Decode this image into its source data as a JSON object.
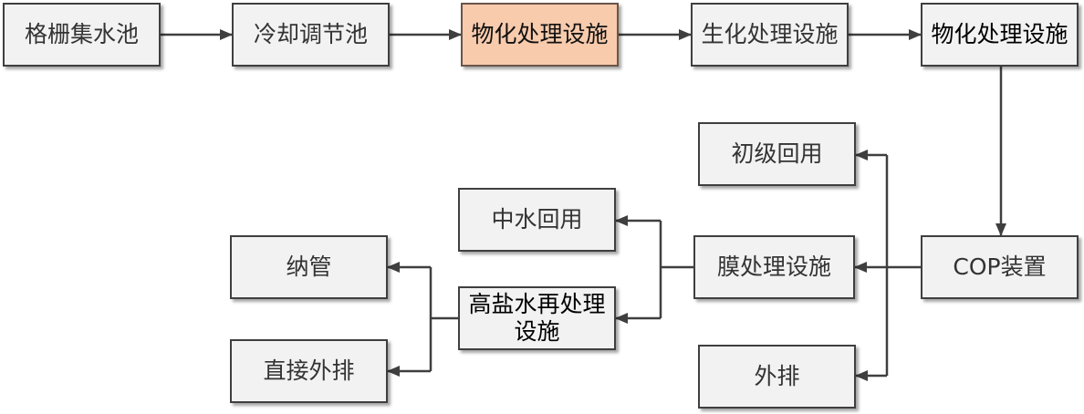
{
  "diagram": {
    "nodes": {
      "grille_tank": "格栅集水池",
      "cooling_tank": "冷却调节池",
      "physchem_1": "物化处理设施",
      "biochem": "生化处理设施",
      "physchem_2": "物化处理设施",
      "cop": "COP装置",
      "membrane": "膜处理设施",
      "primary_reuse": "初级回用",
      "external_discharge": "外排",
      "reclaimed_reuse": "中水回用",
      "brine_treatment": [
        "高盐水再处理",
        "设施"
      ],
      "sewer": "纳管",
      "direct_discharge": "直接外排"
    },
    "highlighted_node": "physchem_1"
  },
  "colors": {
    "box_fill": "#f2f2f2",
    "box_border": "#3f3f3f",
    "highlight_fill": "#f8cbad",
    "highlight_border": "#6b5449",
    "line": "#3f3f3f"
  }
}
